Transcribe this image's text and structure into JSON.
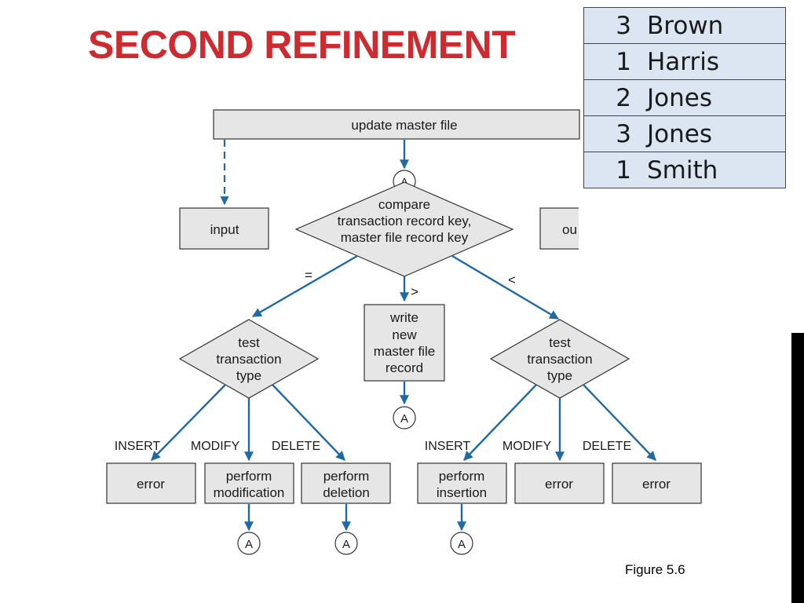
{
  "slide": {
    "title": "SECOND REFINEMENT",
    "caption": "Figure 5.6"
  },
  "key_table": {
    "rows": [
      {
        "num": "3",
        "name": "Brown"
      },
      {
        "num": "1",
        "name": "Harris"
      },
      {
        "num": "2",
        "name": "Jones"
      },
      {
        "num": "3",
        "name": "Jones"
      },
      {
        "num": "1",
        "name": "Smith"
      }
    ]
  },
  "diagram": {
    "top_box": "update master file",
    "input_box": "input",
    "output_box_partial": "ou",
    "compare_lines": [
      "compare",
      "transaction record key,",
      "master file record key"
    ],
    "branch_equal": "=",
    "branch_greater": ">",
    "branch_less": "<",
    "write_box_lines": [
      "write",
      "new",
      "master file",
      "record"
    ],
    "test_left_lines": [
      "test",
      "transaction",
      "type"
    ],
    "test_right_lines": [
      "test",
      "transaction",
      "type"
    ],
    "labels": {
      "insert": "INSERT",
      "modify": "MODIFY",
      "delete": "DELETE"
    },
    "leaves": {
      "left_error": "error",
      "perform_modification": [
        "perform",
        "modification"
      ],
      "perform_deletion": [
        "perform",
        "deletion"
      ],
      "perform_insertion": [
        "perform",
        "insertion"
      ],
      "right_error_modify": "error",
      "right_error_delete": "error"
    },
    "connector": "A"
  }
}
